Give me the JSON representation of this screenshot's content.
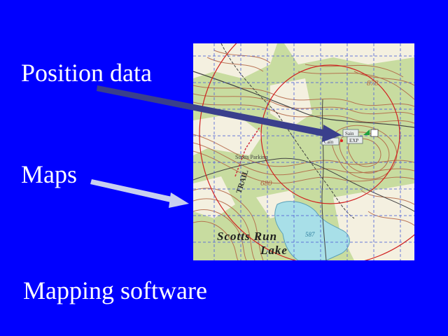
{
  "slide": {
    "background": "#0000ff",
    "labels": {
      "position_data": "Position data",
      "maps": "Maps",
      "mapping_software": "Mapping software"
    }
  },
  "map": {
    "lake_name_line1": "Scotts Run",
    "lake_name_line2": "Lake",
    "lake_elevation": "587",
    "spot_elevation_top": "878",
    "contour_label": "680",
    "trail_label": "TRAIL",
    "place_label": "Scotts Parking",
    "waypoint_labels": [
      "Sain",
      "EXP",
      "Cain"
    ],
    "colors": {
      "land_green": "#c8dca0",
      "clearing": "#f4f0e0",
      "water": "#a8dfe8",
      "contour": "#b06040",
      "circle": "#d02020",
      "grid": "#5a6ad8"
    }
  },
  "arrows": {
    "position_color": "#3a3f8c",
    "maps_color": "#c8cff0"
  }
}
